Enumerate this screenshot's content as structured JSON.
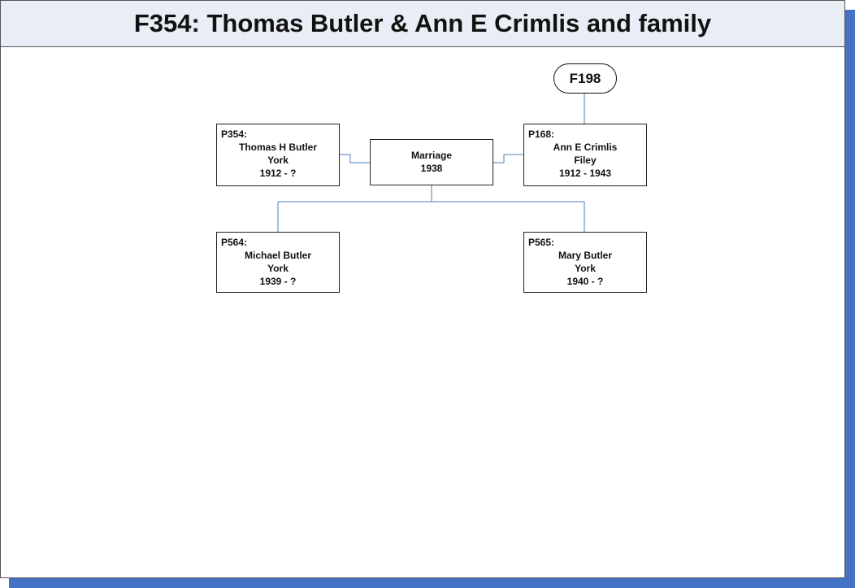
{
  "title": "F354: Thomas Butler & Ann E Crimlis and family",
  "parent_family_ref": "F198",
  "marriage": {
    "label": "Marriage",
    "year": "1938"
  },
  "husband": {
    "id": "P354:",
    "name": "Thomas H Butler",
    "place": "York",
    "dates": "1912 - ?"
  },
  "wife": {
    "id": "P168:",
    "name": "Ann E Crimlis",
    "place": "Filey",
    "dates": "1912 - 1943"
  },
  "children": [
    {
      "id": "P564:",
      "name": "Michael Butler",
      "place": "York",
      "dates": "1939 - ?"
    },
    {
      "id": "P565:",
      "name": "Mary Butler",
      "place": "York",
      "dates": "1940 - ?"
    }
  ],
  "colors": {
    "connector": "#4a7ebb",
    "shadow": "#4472c4",
    "title_bg": "#e9edf6"
  }
}
